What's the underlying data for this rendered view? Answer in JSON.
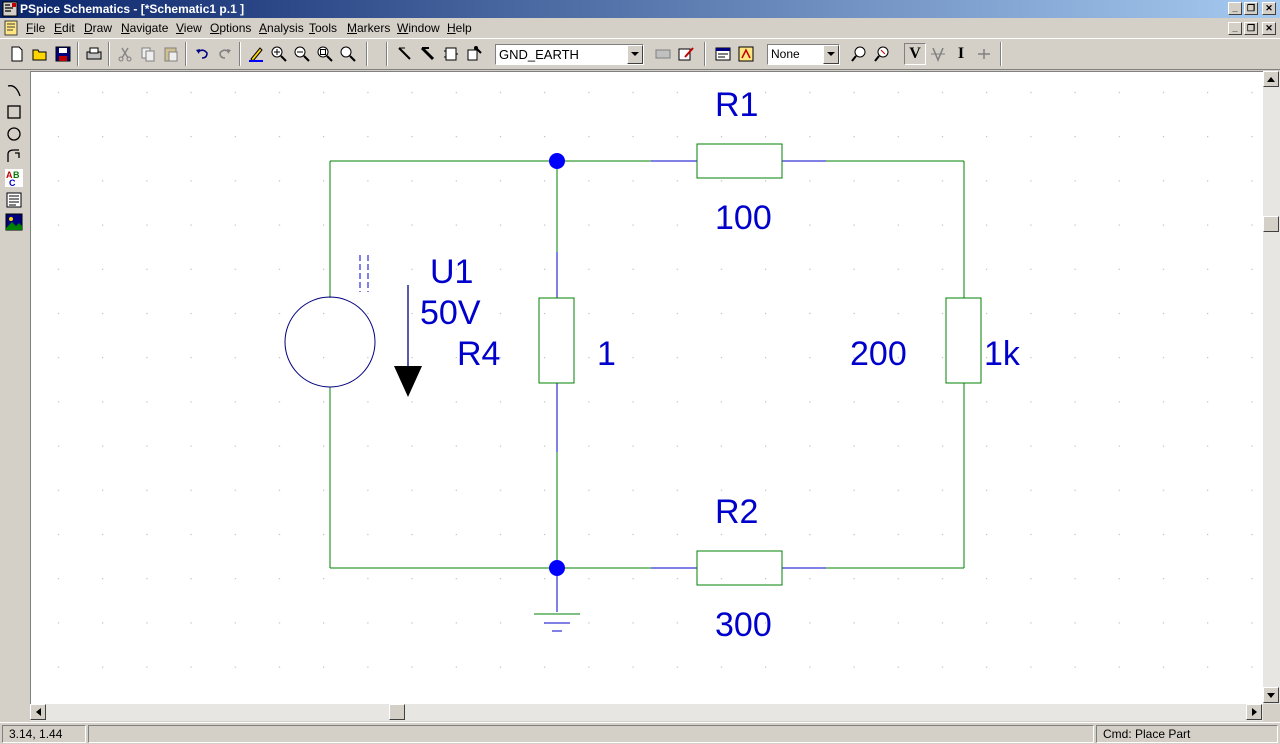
{
  "window": {
    "title": "PSpice Schematics - [*Schematic1  p.1  ]"
  },
  "menu": [
    {
      "label": "File",
      "accel": "F"
    },
    {
      "label": "Edit",
      "accel": "E"
    },
    {
      "label": "Draw",
      "accel": "D"
    },
    {
      "label": "Navigate",
      "accel": "N"
    },
    {
      "label": "View",
      "accel": "V"
    },
    {
      "label": "Options",
      "accel": "O"
    },
    {
      "label": "Analysis",
      "accel": "A"
    },
    {
      "label": "Tools",
      "accel": "T"
    },
    {
      "label": "Markers",
      "accel": "M"
    },
    {
      "label": "Window",
      "accel": "W"
    },
    {
      "label": "Help",
      "accel": "H"
    }
  ],
  "toolbar": {
    "part_combo_value": "GND_EARTH",
    "marker_combo_value": "None",
    "voltage_marker_label": "V",
    "current_marker_label": "I"
  },
  "schematic": {
    "source": {
      "ref": "U1",
      "value": "50V"
    },
    "r1": {
      "ref": "R1",
      "value": "100"
    },
    "r2": {
      "ref": "R2",
      "value": "300"
    },
    "r3": {
      "ref": "1k",
      "value": "200"
    },
    "r4": {
      "ref": "R4",
      "value": "1"
    }
  },
  "status": {
    "coords": "3.14,  1.44",
    "command": "Cmd: Place Part"
  },
  "colors": {
    "wire": "#008000",
    "component": "#008000",
    "label": "#0000cc",
    "junction": "#0000ff",
    "source_symbol": "#000080"
  }
}
